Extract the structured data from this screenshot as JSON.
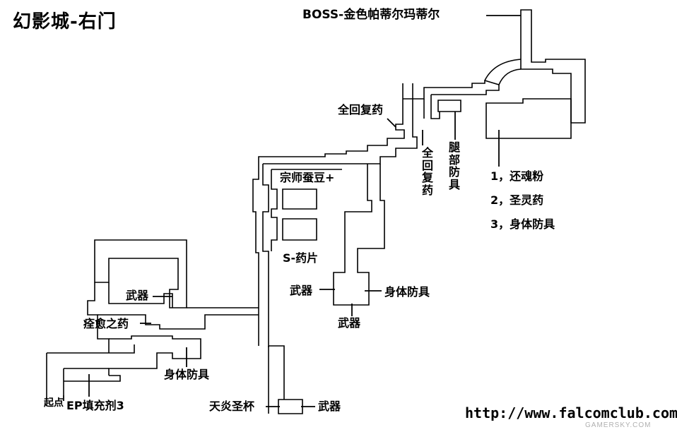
{
  "title": "幻影城-右门",
  "boss": "BOSS-金色帕蒂尔玛蒂尔",
  "labels": {
    "full_heal_1": "全回复药",
    "full_heal_2": "全回复药",
    "leg_armor": "腿部防具",
    "chest_items": [
      "1，还魂粉",
      "2，圣灵药",
      "3，身体防具"
    ],
    "master_bean": "宗师蚕豆+",
    "s_medicine": "S-药片",
    "weapon_center": "武器",
    "body_armor_center": "身体防具",
    "weapon_center_bottom": "武器",
    "weapon_left": "武器",
    "heal_medicine": "痊愈之药",
    "body_armor_left": "身体防具",
    "start": "起点",
    "ep_refill": "EP填充剂3",
    "sky_flame_cup": "天炎圣杯",
    "weapon_bottom": "武器"
  },
  "url": "http://www.falcomclub.com",
  "watermark": "GAMERSKY.COM"
}
